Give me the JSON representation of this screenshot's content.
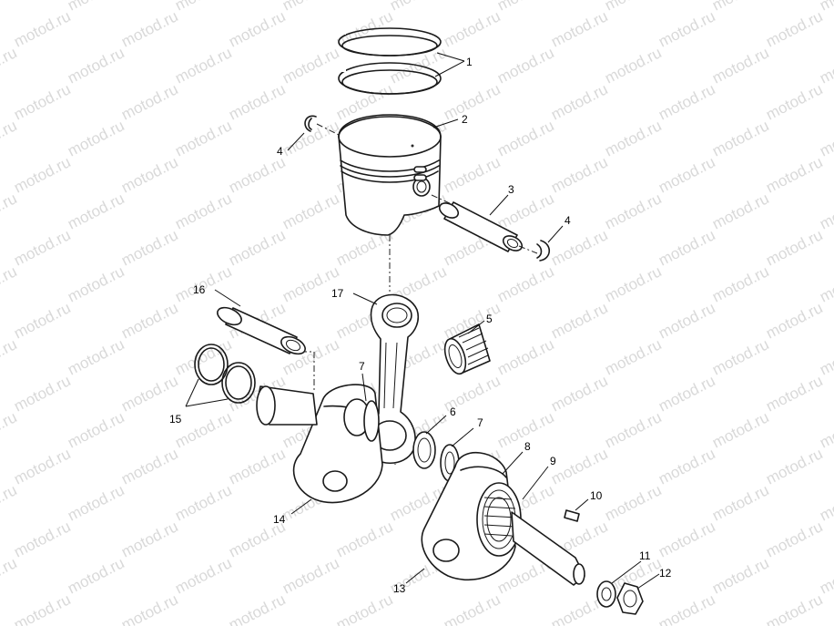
{
  "watermark": "motod.ru",
  "callouts": {
    "c1": "1",
    "c2": "2",
    "c3": "3",
    "c4a": "4",
    "c4b": "4",
    "c5": "5",
    "c6": "6",
    "c7a": "7",
    "c7b": "7",
    "c8": "8",
    "c9": "9",
    "c10": "10",
    "c11": "11",
    "c12": "12",
    "c13": "13",
    "c14": "14",
    "c15": "15",
    "c16": "16",
    "c17": "17"
  },
  "colors": {
    "line": "#1a1a1a",
    "watermark": "#b9b9b9",
    "background": "#ffffff"
  }
}
